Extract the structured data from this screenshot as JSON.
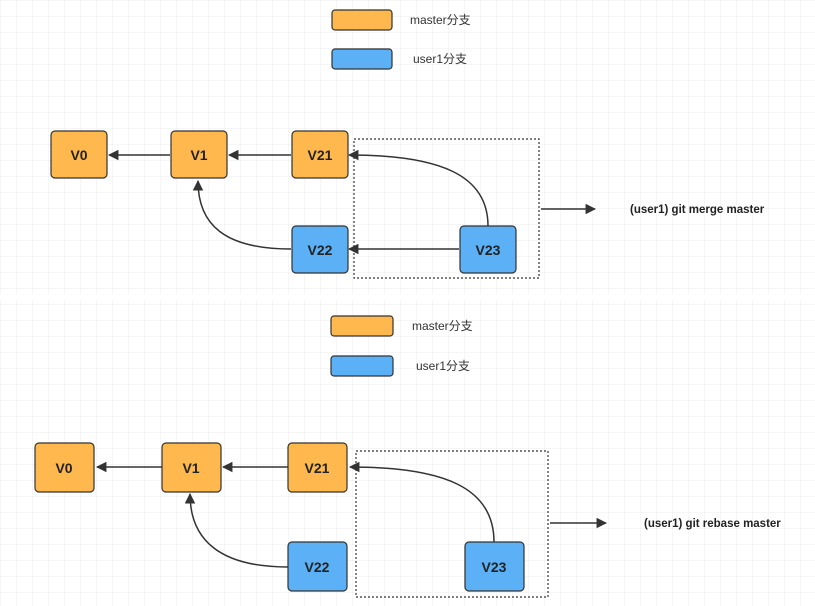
{
  "colors": {
    "master_fill": "#FFB84D",
    "user1_fill": "#5BB0F6",
    "stroke": "#333333",
    "grid": "#ececec"
  },
  "panels": [
    {
      "legend": {
        "master_label": "master分支",
        "user1_label": "user1分支"
      },
      "nodes": {
        "v0": "V0",
        "v1": "V1",
        "v21": "V21",
        "v22": "V22",
        "v23": "V23"
      },
      "command": "(user1)   git merge master"
    },
    {
      "legend": {
        "master_label": "master分支",
        "user1_label": "user1分支"
      },
      "nodes": {
        "v0": "V0",
        "v1": "V1",
        "v21": "V21",
        "v22": "V22",
        "v23": "V23"
      },
      "command": "(user1)   git rebase master"
    }
  ]
}
